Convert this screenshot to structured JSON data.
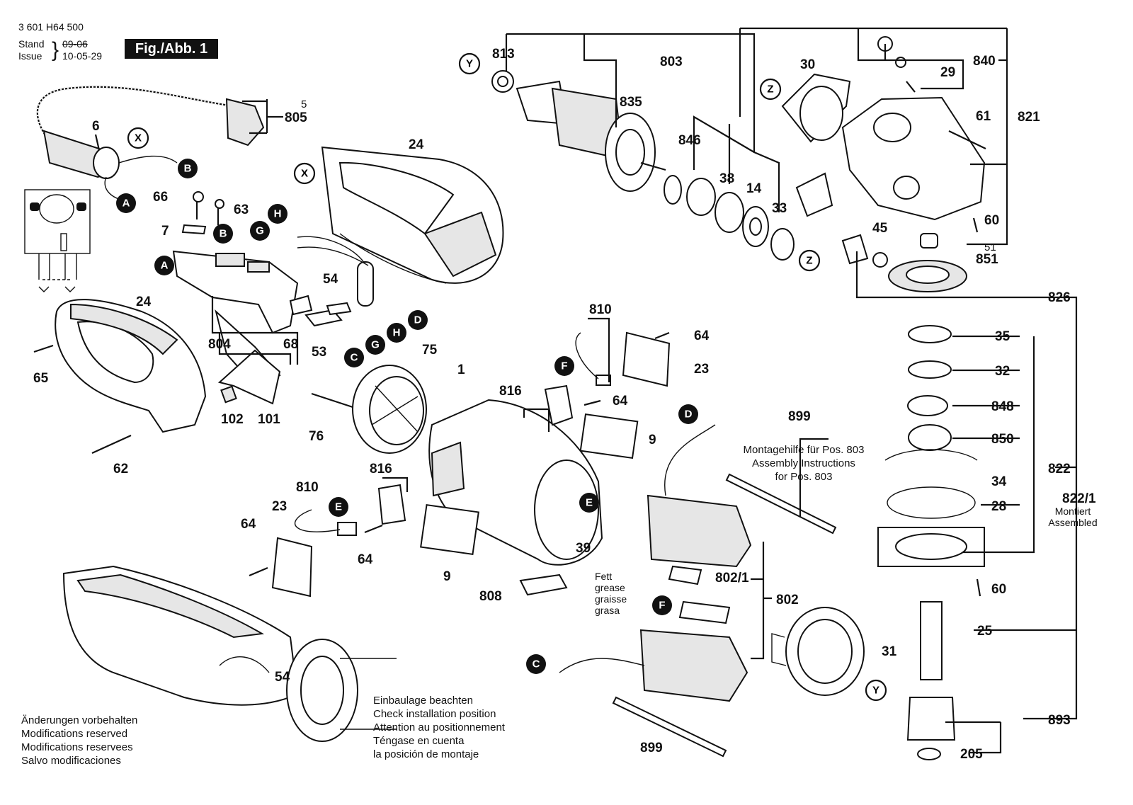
{
  "header": {
    "doc_number": "3 601 H64 500",
    "stand_label": "Stand",
    "issue_label": "Issue",
    "old_date": "09-06",
    "new_date": "10-05-29",
    "fig_label": "Fig./Abb. 1"
  },
  "notes": {
    "modifications": [
      "Änderungen vorbehalten",
      "Modifications reserved",
      "Modifications reservees",
      "Salvo modificaciones"
    ],
    "installation": [
      "Einbaulage beachten",
      "Check installation position",
      "Attention au positionnement",
      "Téngase en cuenta",
      "la posición de montaje"
    ],
    "assembly": [
      "Montagehilfe für Pos. 803",
      "Assembly Instructions",
      "for Pos. 803"
    ],
    "grease": [
      "Fett",
      "grease",
      "graisse",
      "grasa"
    ],
    "assembled": [
      "Montiert",
      "Assembled"
    ]
  },
  "part_labels": [
    "5",
    "805",
    "6",
    "24",
    "66",
    "63",
    "7",
    "54",
    "804",
    "68",
    "53",
    "65",
    "102",
    "101",
    "62",
    "76",
    "75",
    "1",
    "810",
    "816",
    "64",
    "23",
    "9",
    "808",
    "39",
    "899",
    "802",
    "802/1",
    "813",
    "803",
    "835",
    "846",
    "38",
    "14",
    "33",
    "30",
    "840",
    "29",
    "821",
    "61",
    "60",
    "51",
    "851",
    "45",
    "826",
    "35",
    "32",
    "848",
    "850",
    "822",
    "822/1",
    "34",
    "28",
    "25",
    "31",
    "893",
    "205"
  ],
  "connector_letters": [
    "X",
    "A",
    "B",
    "G",
    "H",
    "D",
    "C",
    "F",
    "E",
    "Y",
    "Z"
  ],
  "colors": {
    "ink": "#111111",
    "paper": "#ffffff",
    "fill": "#e6e6e6"
  }
}
